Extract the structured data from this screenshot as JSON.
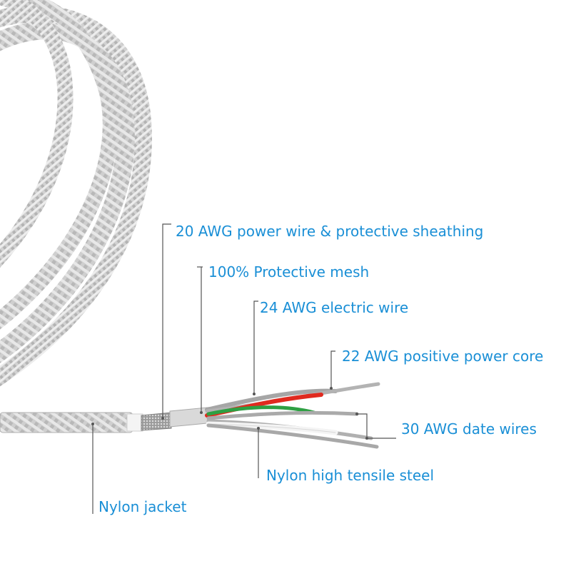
{
  "colors": {
    "label_text": "#1a8fd6",
    "leader_line": "#555555",
    "braid": "#c9c9c9",
    "braid_dark": "#9e9e9e",
    "braid_light": "#ececec",
    "wire_red": "#e02a1f",
    "wire_green": "#2ea043",
    "wire_white": "#f2f2f2",
    "wire_grey": "#a8a8a8"
  },
  "labels": {
    "power_wire": "20 AWG power wire & protective sheathing",
    "protective_mesh": "100% Protective mesh",
    "electric_wire": "24 AWG electric wire",
    "positive_core": "22 AWG positive power core",
    "date_wires": "30 AWG date wires",
    "tensile_steel": "Nylon high tensile steel",
    "nylon_jacket": "Nylon jacket"
  }
}
